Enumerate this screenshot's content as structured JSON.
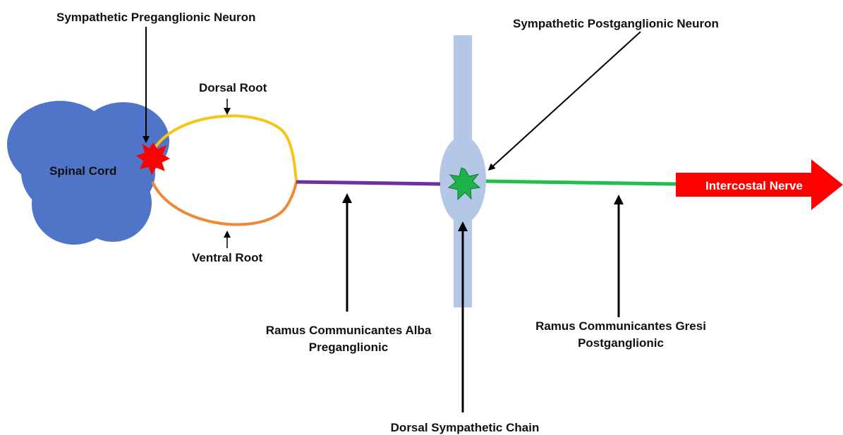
{
  "labels": {
    "preganglionic_neuron": "Sympathetic Preganglionic Neuron",
    "postganglionic_neuron": "Sympathetic Postganglionic Neuron",
    "dorsal_root": "Dorsal Root",
    "ventral_root": "Ventral Root",
    "spinal_cord": "Spinal Cord",
    "intercostal_nerve": "Intercostal Nerve",
    "rami_alba_line1": "Ramus Communicantes Alba",
    "rami_alba_line2": "Preganglionic",
    "rami_gresi_line1": "Ramus Communicantes Gresi",
    "rami_gresi_line2": "Postganglionic",
    "sympathetic_chain": "Dorsal Sympathetic Chain"
  },
  "colors": {
    "spinal_cord": "#4f74c8",
    "preganglionic_star": "#ff0000",
    "postganglionic_star": "#1db34a",
    "dorsal_root": "#f5c518",
    "ventral_root": "#ec8a3a",
    "rami_alba": "#7030a0",
    "rami_gresi": "#22c04a",
    "sympathetic_chain": "#b4c7e7",
    "intercostal_arrow": "#ff0000",
    "arrows": "#000000"
  }
}
